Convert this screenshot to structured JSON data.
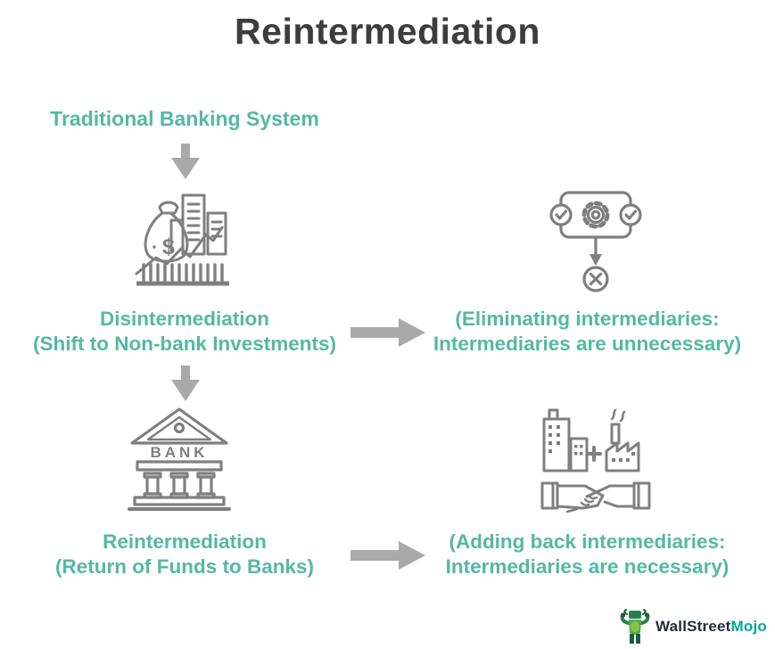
{
  "title": "Reintermediation",
  "colors": {
    "teal_text": "#54b8a4",
    "title_text": "#3d3d3d",
    "arrow_gray": "#a9a9a9",
    "icon_gray": "#7f7f7f",
    "logo_dark": "#1e2c38",
    "logo_teal": "#00a79b"
  },
  "flow": {
    "start_label": "Traditional Banking System",
    "steps": [
      {
        "icon": "money-bag-investment-chart-icon",
        "label_line1": "Disintermediation",
        "label_line2": "(Shift to Non-bank Investments)",
        "result_icon": "process-eliminate-icon",
        "result_line1": "(Eliminating intermediaries:",
        "result_line2": "Intermediaries are unnecessary)"
      },
      {
        "icon": "bank-building-icon",
        "label_line1": "Reintermediation",
        "label_line2": "(Return of Funds to Banks)",
        "result_icon": "business-merger-handshake-icon",
        "result_line1": "(Adding back intermediaries:",
        "result_line2": "Intermediaries are necessary)"
      }
    ]
  },
  "icons": {
    "money_symbol": "$",
    "bank_text": "BANK"
  },
  "logo": {
    "brand_part1": "WallStreet",
    "brand_part2": "Mojo"
  }
}
